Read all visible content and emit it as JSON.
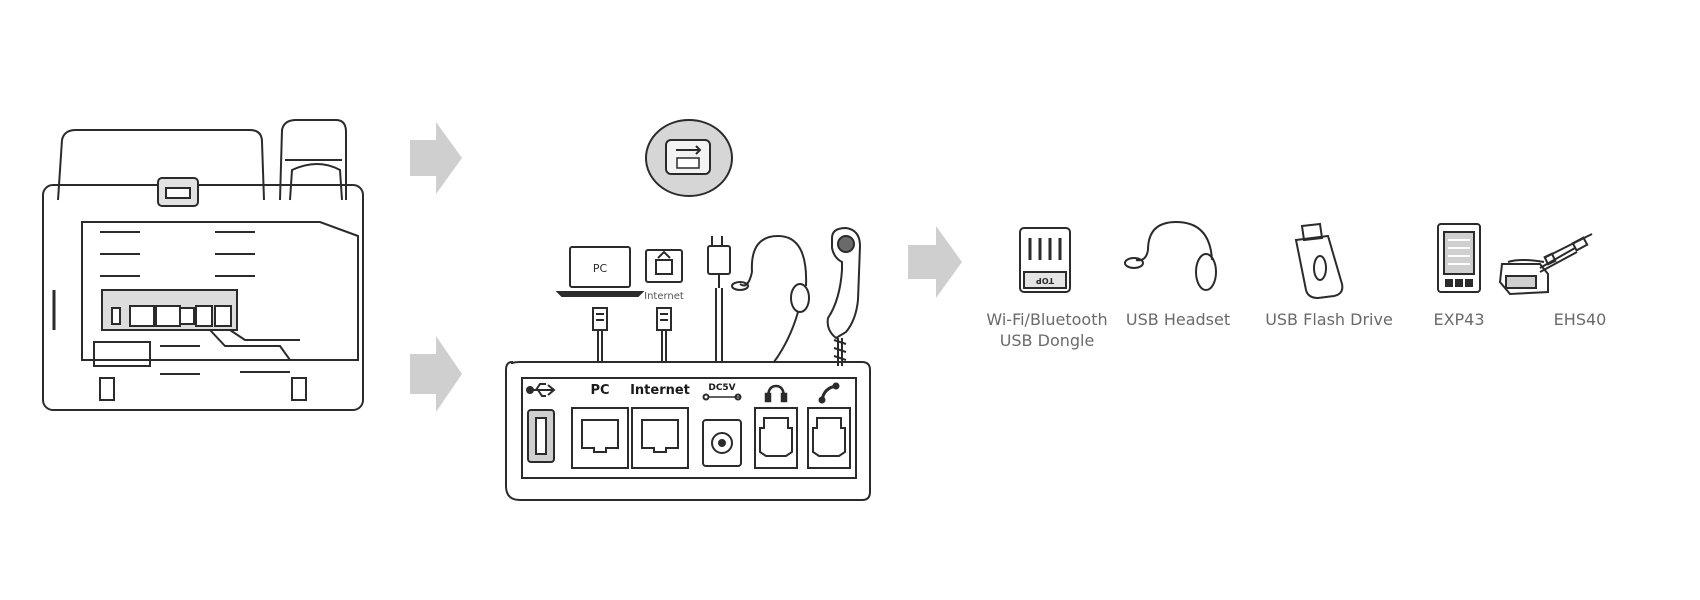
{
  "ports": {
    "pc": "PC",
    "internet": "Internet",
    "power": "DC5V"
  },
  "devices": {
    "laptop": "PC",
    "router": "Internet"
  },
  "accessories": [
    {
      "name": "wifi-bluetooth-dongle",
      "lines": [
        "Wi-Fi/Bluetooth",
        "USB Dongle"
      ],
      "dongle_print": "TOP"
    },
    {
      "name": "usb-headset",
      "lines": [
        "USB Headset"
      ]
    },
    {
      "name": "usb-flash-drive",
      "lines": [
        "USB Flash Drive"
      ]
    },
    {
      "name": "exp43",
      "lines": [
        "EXP43"
      ]
    },
    {
      "name": "ehs40",
      "lines": [
        "EHS40"
      ]
    }
  ],
  "colors": {
    "line": "#2b2b2b",
    "arrow": "#cfcfcf",
    "label": "#6a6a6a",
    "zoom_fill": "#d6d6d6"
  }
}
